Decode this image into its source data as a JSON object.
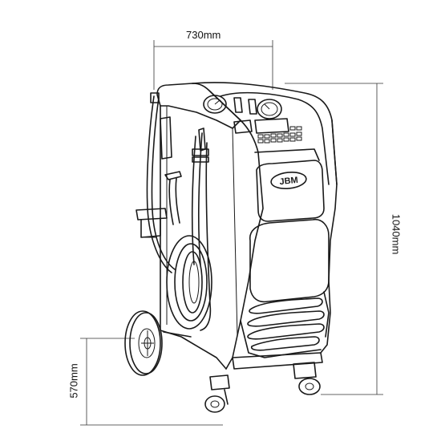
{
  "dimensions": {
    "width": "730mm",
    "height": "1040mm",
    "base_height": "570mm"
  },
  "brand": {
    "logo_text": "JBM"
  },
  "icons": {
    "machine": "ac-recharge-station-icon",
    "gauges": "pressure-gauge-icon",
    "wheels": "wheel-icon"
  }
}
